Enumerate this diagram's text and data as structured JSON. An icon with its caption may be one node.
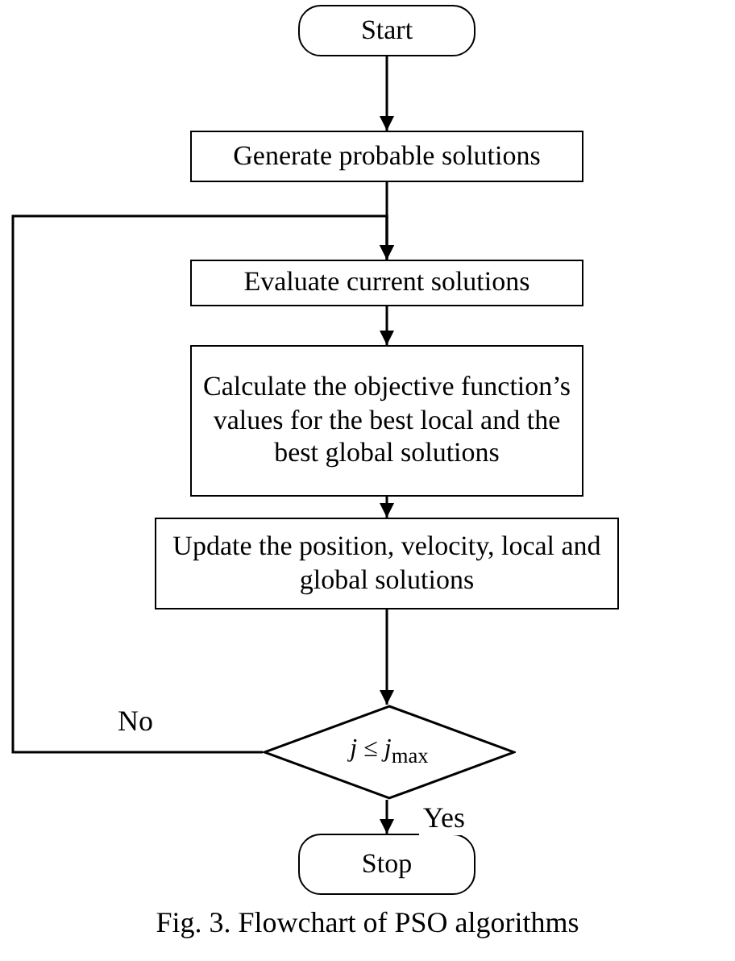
{
  "diagram": {
    "caption": "Fig. 3. Flowchart of PSO algorithms",
    "nodes": [
      {
        "text": [
          "Start"
        ]
      },
      {
        "text": [
          "Generate probable solutions"
        ]
      },
      {
        "text": [
          "Evaluate current solutions"
        ]
      },
      {
        "text": [
          "Calculate the objective function’s values for the best local and the best global solutions"
        ]
      },
      {
        "text": [
          "Update the position, velocity, local and global solutions"
        ]
      },
      {
        "text": [
          "*j* ≤ *j*$_{max}$"
        ]
      },
      {
        "text": [
          "Stop"
        ]
      }
    ],
    "edges": [
      {
        "from": 0,
        "to": 1,
        "arrow": "to"
      },
      {
        "from": 1,
        "to": 2,
        "arrow": "to"
      },
      {
        "from": 2,
        "to": 3,
        "arrow": "to"
      },
      {
        "from": 3,
        "to": 4,
        "arrow": "to"
      },
      {
        "from": 4,
        "to": 5,
        "arrow": "to"
      },
      {
        "from": 5,
        "to": 6,
        "label": "Yes",
        "arrow": "to"
      },
      {
        "from": 5,
        "to": 2,
        "label": "No",
        "arrow": "to"
      }
    ]
  }
}
